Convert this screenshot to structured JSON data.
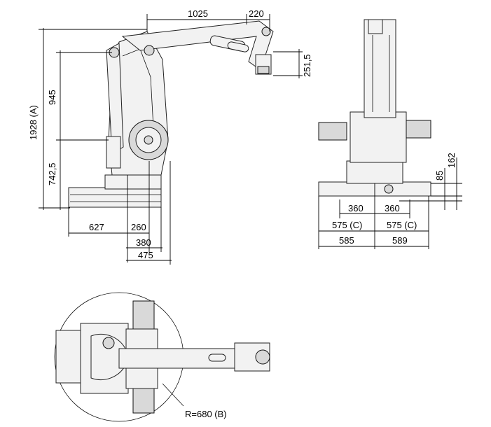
{
  "side_view": {
    "top_dims": [
      "1025",
      "220"
    ],
    "right_dim": "251,5",
    "left_dims": [
      "1928 (A)",
      "945",
      "742,5"
    ],
    "bottom_dims": [
      "627",
      "260",
      "380",
      "475"
    ]
  },
  "rear_view": {
    "right_dims": [
      "85",
      "162"
    ],
    "bottom_dims": [
      "360",
      "360",
      "575 (C)",
      "575 (C)",
      "585",
      "589"
    ]
  },
  "top_view": {
    "radius_label": "R=680 (B)"
  }
}
